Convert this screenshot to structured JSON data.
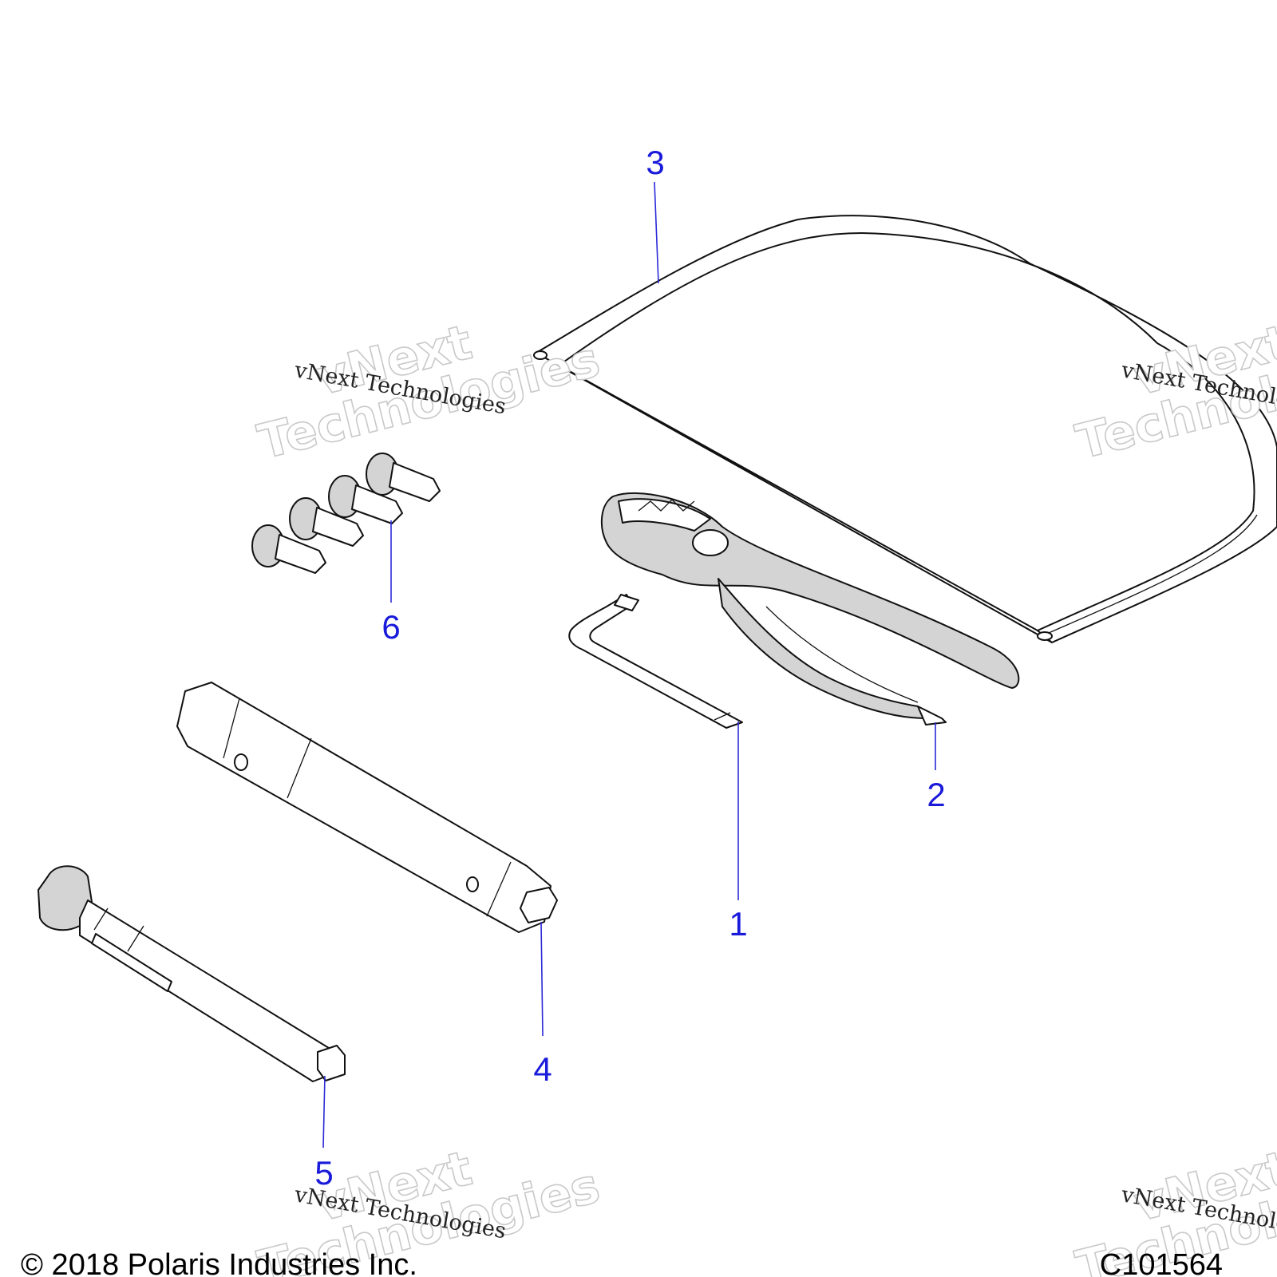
{
  "callouts": {
    "c1": "1",
    "c2": "2",
    "c3": "3",
    "c4": "4",
    "c5": "5",
    "c6": "6"
  },
  "watermark": {
    "big_line1": "vNext",
    "big_line2": "Technologies",
    "small": "vNext Technologies"
  },
  "footer": {
    "copyright": "© 2018 Polaris Industries Inc.",
    "figure_id": "C101564"
  },
  "colors": {
    "callout": "#1a1adb",
    "line_art": "#111111"
  }
}
